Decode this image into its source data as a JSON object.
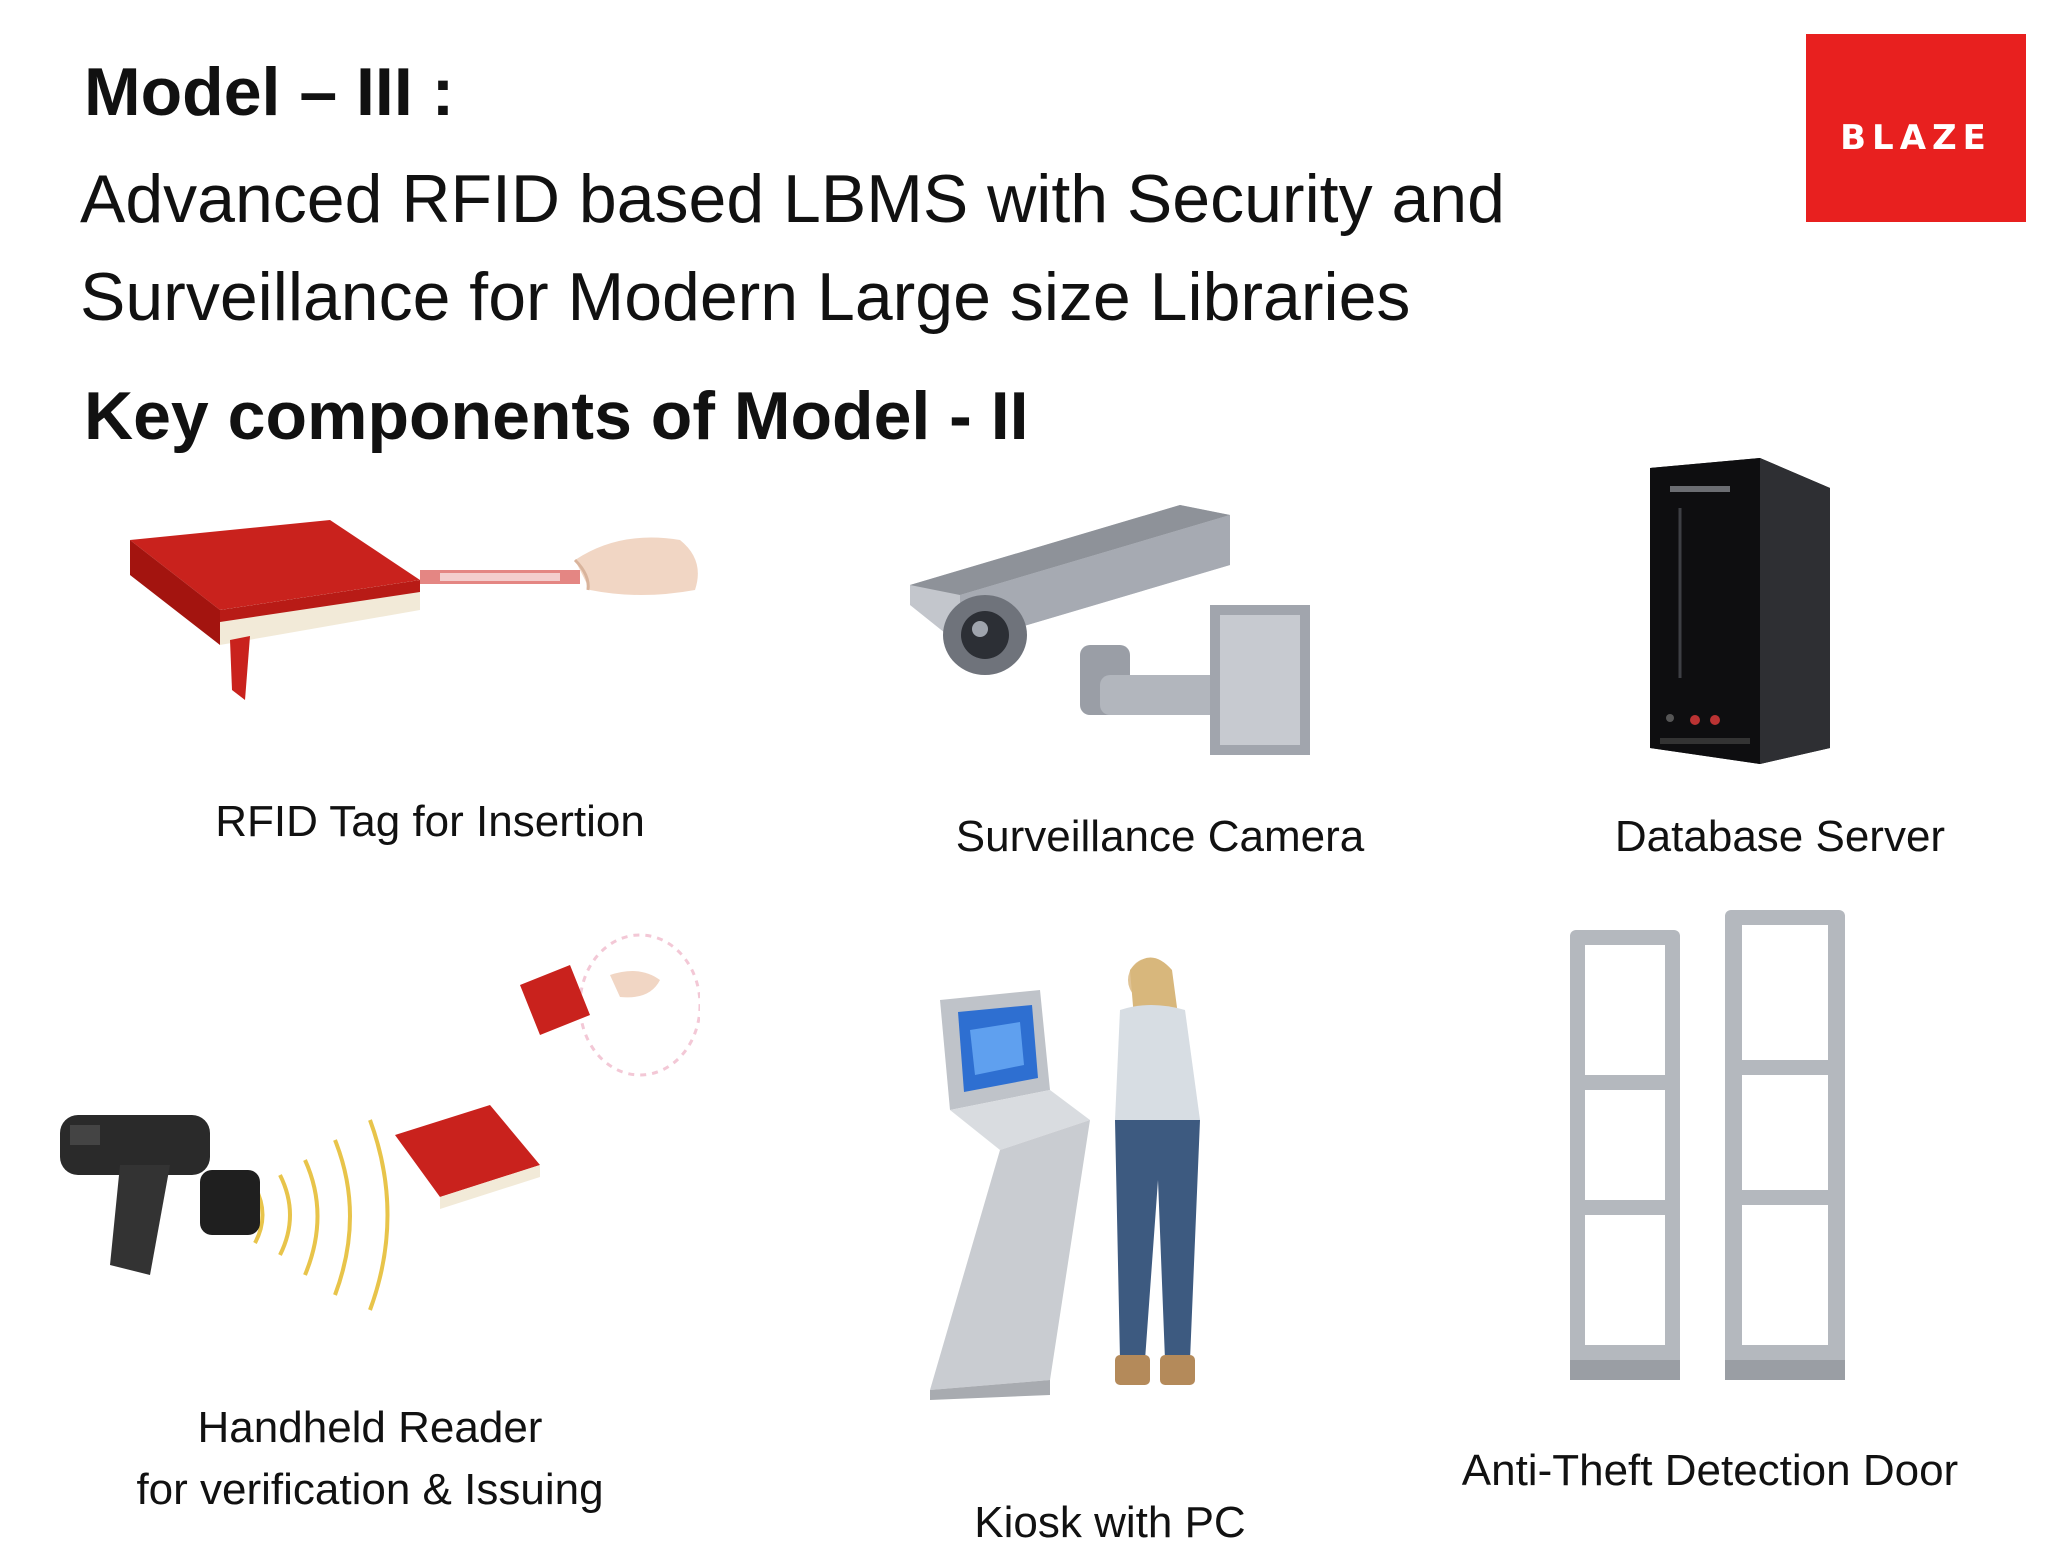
{
  "slide": {
    "title": "Model – III :",
    "subtitle_line1": "Advanced RFID based LBMS with Security and",
    "subtitle_line2": "Surveillance for Modern Large size Libraries",
    "section_heading": "Key components of Model - II",
    "logo_text": "BLAZE",
    "logo_color": "#e8201f"
  },
  "components": [
    {
      "caption": "RFID Tag for Insertion",
      "icon": "rfid-tag-book-icon"
    },
    {
      "caption": "Surveillance Camera",
      "icon": "surveillance-camera-icon"
    },
    {
      "caption": "Database Server",
      "icon": "database-server-icon"
    },
    {
      "caption_line1": "Handheld Reader",
      "caption_line2": "for verification & Issuing",
      "icon": "handheld-reader-icon"
    },
    {
      "caption": "Kiosk with PC",
      "icon": "kiosk-pc-icon"
    },
    {
      "caption": "Anti-Theft Detection Door",
      "icon": "anti-theft-door-icon"
    }
  ]
}
